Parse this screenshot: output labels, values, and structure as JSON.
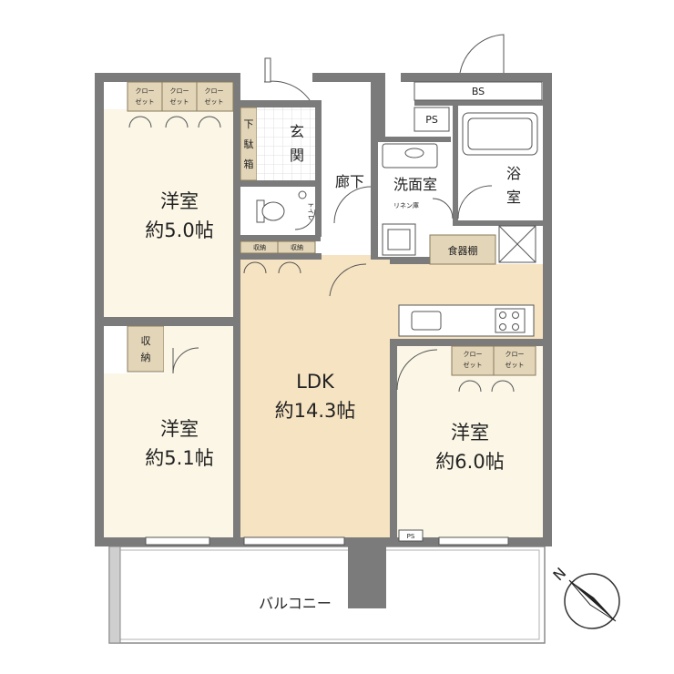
{
  "rooms": {
    "western_room_1": {
      "name": "洋室",
      "size": "約5.0帖"
    },
    "western_room_2": {
      "name": "洋室",
      "size": "約5.1帖"
    },
    "western_room_3": {
      "name": "洋室",
      "size": "約6.0帖"
    },
    "ldk": {
      "name": "LDK",
      "size": "約14.3帖"
    },
    "entrance": {
      "chars": [
        "玄",
        "関"
      ]
    },
    "shoe_box": {
      "chars": [
        "下",
        "駄",
        "箱"
      ]
    },
    "corridor": {
      "name": "廊下"
    },
    "washroom": {
      "name": "洗面室"
    },
    "linen": {
      "name": "リネン庫"
    },
    "bathroom": {
      "chars": [
        "浴",
        "室"
      ]
    },
    "toilet": {
      "name": "トイレ"
    },
    "cupboard": {
      "name": "食器棚"
    },
    "storage": {
      "chars": [
        "収",
        "納"
      ]
    },
    "balcony": {
      "name": "バルコニー"
    }
  },
  "closet": {
    "line1": "クロー",
    "line2": "ゼット"
  },
  "small_storage": {
    "label": "収納"
  },
  "ps": "PS",
  "bs": "BS",
  "compass": {
    "label": "N"
  },
  "colors": {
    "floor_room": "#fbf6e6",
    "floor_ldk": "#f6e3c2",
    "closet": "#e3d5b8",
    "wall": "#7b7b7b",
    "column": "#777777",
    "wet_area": "#ffffff"
  }
}
